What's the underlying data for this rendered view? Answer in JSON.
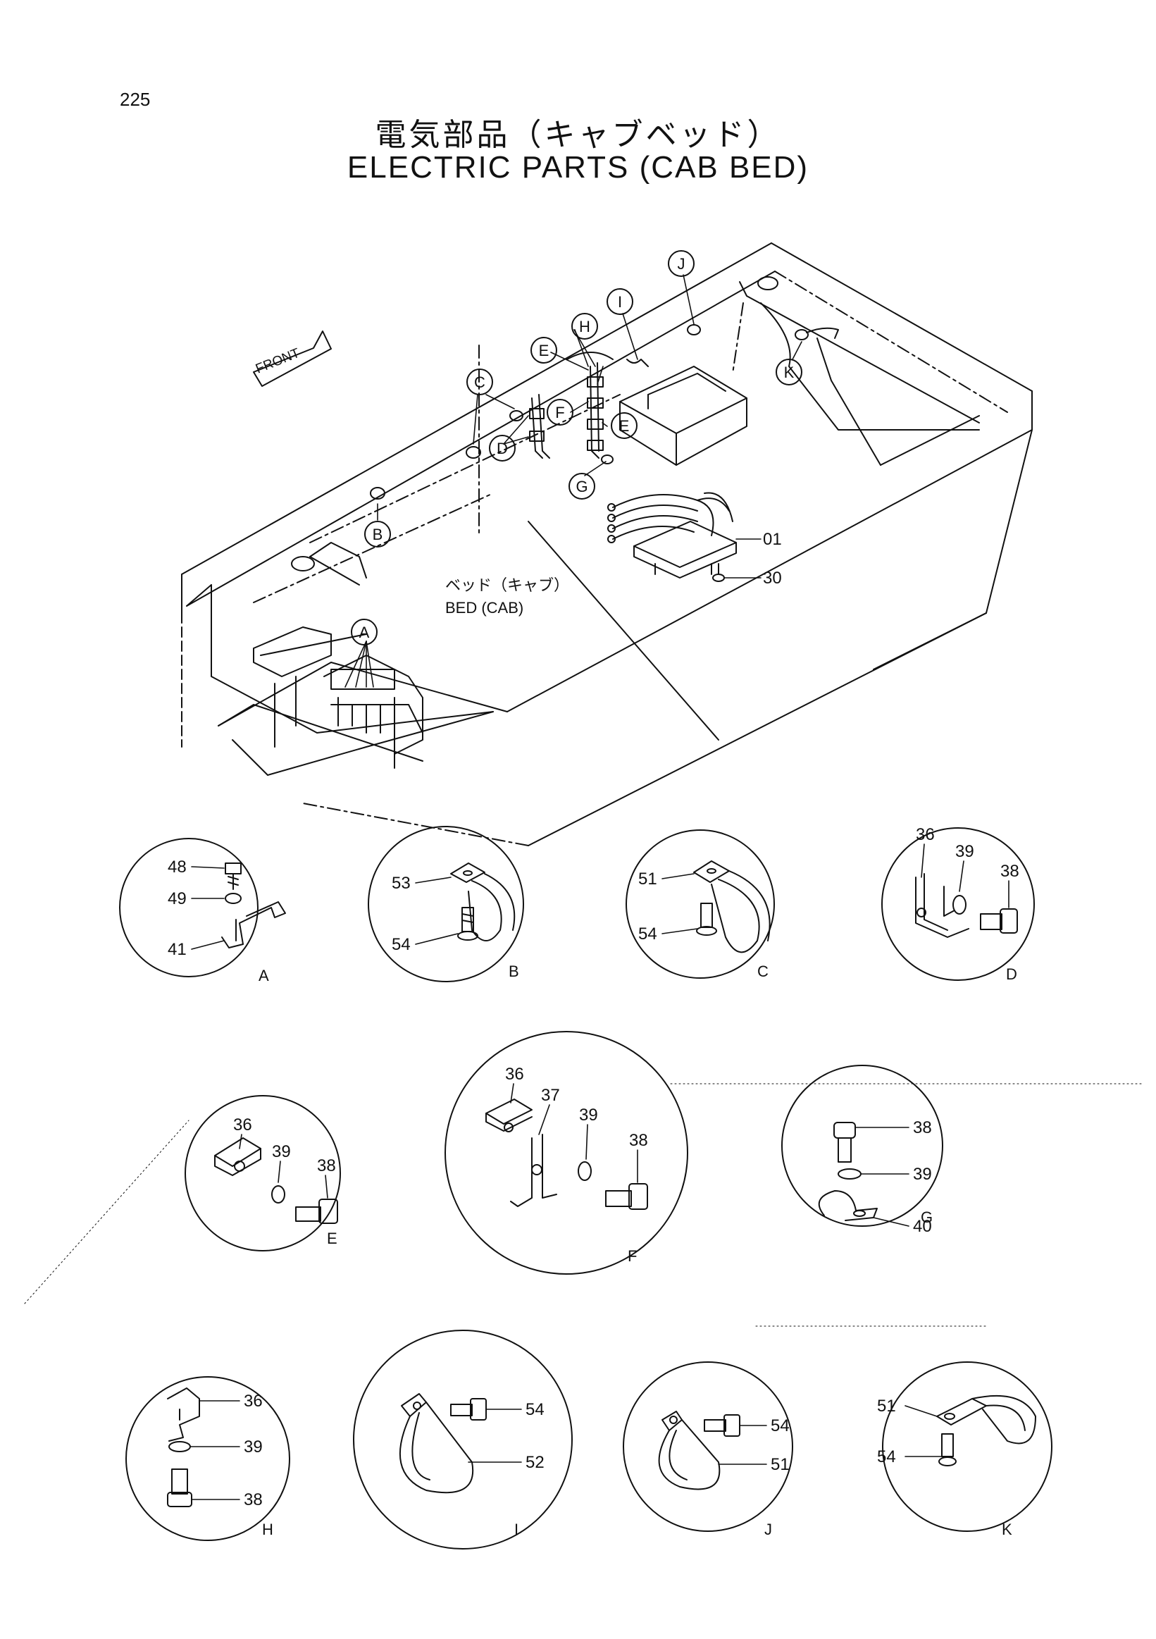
{
  "page_number": "225",
  "title_jp": "電気部品（キャブベッド）",
  "title_en": "ELECTRIC PARTS (CAB BED)",
  "front_label": "FRONT",
  "bed_label_jp": "ベッド（キャブ）",
  "bed_label_en": "BED (CAB)",
  "main_callouts": {
    "A": "A",
    "B": "B",
    "C": "C",
    "D": "D",
    "E1": "E",
    "E2": "E",
    "F": "F",
    "G": "G",
    "H": "H",
    "I": "I",
    "J": "J",
    "K": "K",
    "part01": "01",
    "part30": "30"
  },
  "details": {
    "A": {
      "letter": "A",
      "parts": [
        "48",
        "49",
        "41"
      ]
    },
    "B": {
      "letter": "B",
      "parts": [
        "53",
        "54"
      ]
    },
    "C": {
      "letter": "C",
      "parts": [
        "51",
        "54"
      ]
    },
    "D": {
      "letter": "D",
      "parts": [
        "36",
        "39",
        "38"
      ]
    },
    "E": {
      "letter": "E",
      "parts": [
        "36",
        "39",
        "38"
      ]
    },
    "F": {
      "letter": "F",
      "parts": [
        "36",
        "37",
        "39",
        "38"
      ]
    },
    "G": {
      "letter": "G",
      "parts": [
        "38",
        "39",
        "40"
      ]
    },
    "H": {
      "letter": "H",
      "parts": [
        "36",
        "39",
        "38"
      ]
    },
    "I": {
      "letter": "I",
      "parts": [
        "54",
        "52"
      ]
    },
    "J": {
      "letter": "J",
      "parts": [
        "54",
        "51"
      ]
    },
    "K": {
      "letter": "K",
      "parts": [
        "51",
        "54"
      ]
    }
  }
}
